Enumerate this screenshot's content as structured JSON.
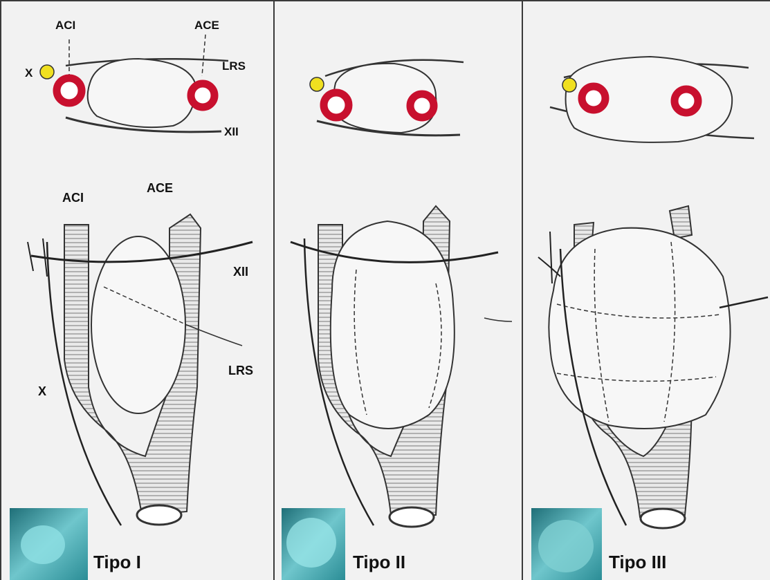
{
  "labels": {
    "aci": "ACI",
    "ace": "ACE",
    "x": "X",
    "lrs": "LRS",
    "xii": "XII"
  },
  "panels": [
    {
      "caption": "Tipo I"
    },
    {
      "caption": "Tipo II"
    },
    {
      "caption": "Tipo III"
    }
  ],
  "colors": {
    "background": "#f2f2f2",
    "vessel_ring": "#c8102e",
    "nerve_dot": "#f0e020",
    "ct_thumb": "#3aa7b0",
    "ink": "#222222"
  }
}
